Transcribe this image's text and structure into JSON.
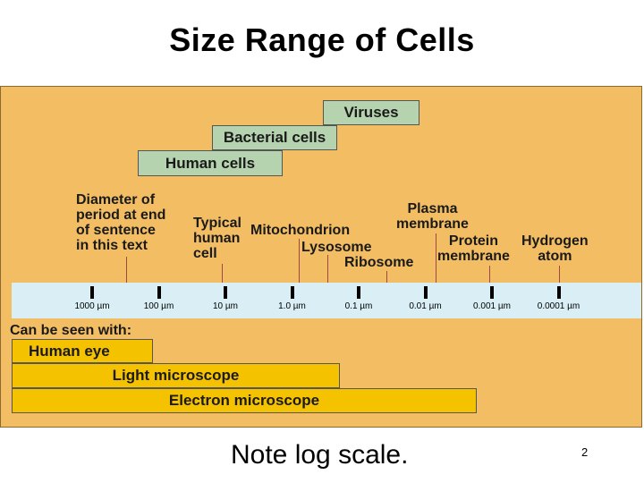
{
  "title": "Size Range of Cells",
  "bars_top": {
    "viruses": "Viruses",
    "bacterial_cells": "Bacterial cells",
    "human_cells": "Human cells"
  },
  "labels": {
    "period": "Diameter of\nperiod at end\nof sentence\nin this text",
    "typical_human_cell": "Typical\nhuman\ncell",
    "mitochondrion": "Mitochondrion",
    "lysosome": "Lysosome",
    "ribosome": "Ribosome",
    "plasma_membrane": "Plasma\nmembrane",
    "protein_membrane": "Protein\nmembrane",
    "hydrogen_atom": "Hydrogen\natom"
  },
  "scale_ticks": [
    "1000 µm",
    "100 µm",
    "10 µm",
    "1.0 µm",
    "0.1 µm",
    "0.01 µm",
    "0.001 µm",
    "0.0001 µm"
  ],
  "can_be_seen_with": "Can be seen with:",
  "bars_bottom": {
    "human_eye": "Human eye",
    "light_microscope": "Light microscope",
    "electron_microscope": "Electron microscope"
  },
  "note": "Note log scale.",
  "page_number": "2",
  "colors": {
    "panel": "#f3be63",
    "ruler": "#d9eef5",
    "green_bar": "#b5d3ae",
    "yellow_bar": "#f5c200",
    "leader": "#a04848"
  }
}
